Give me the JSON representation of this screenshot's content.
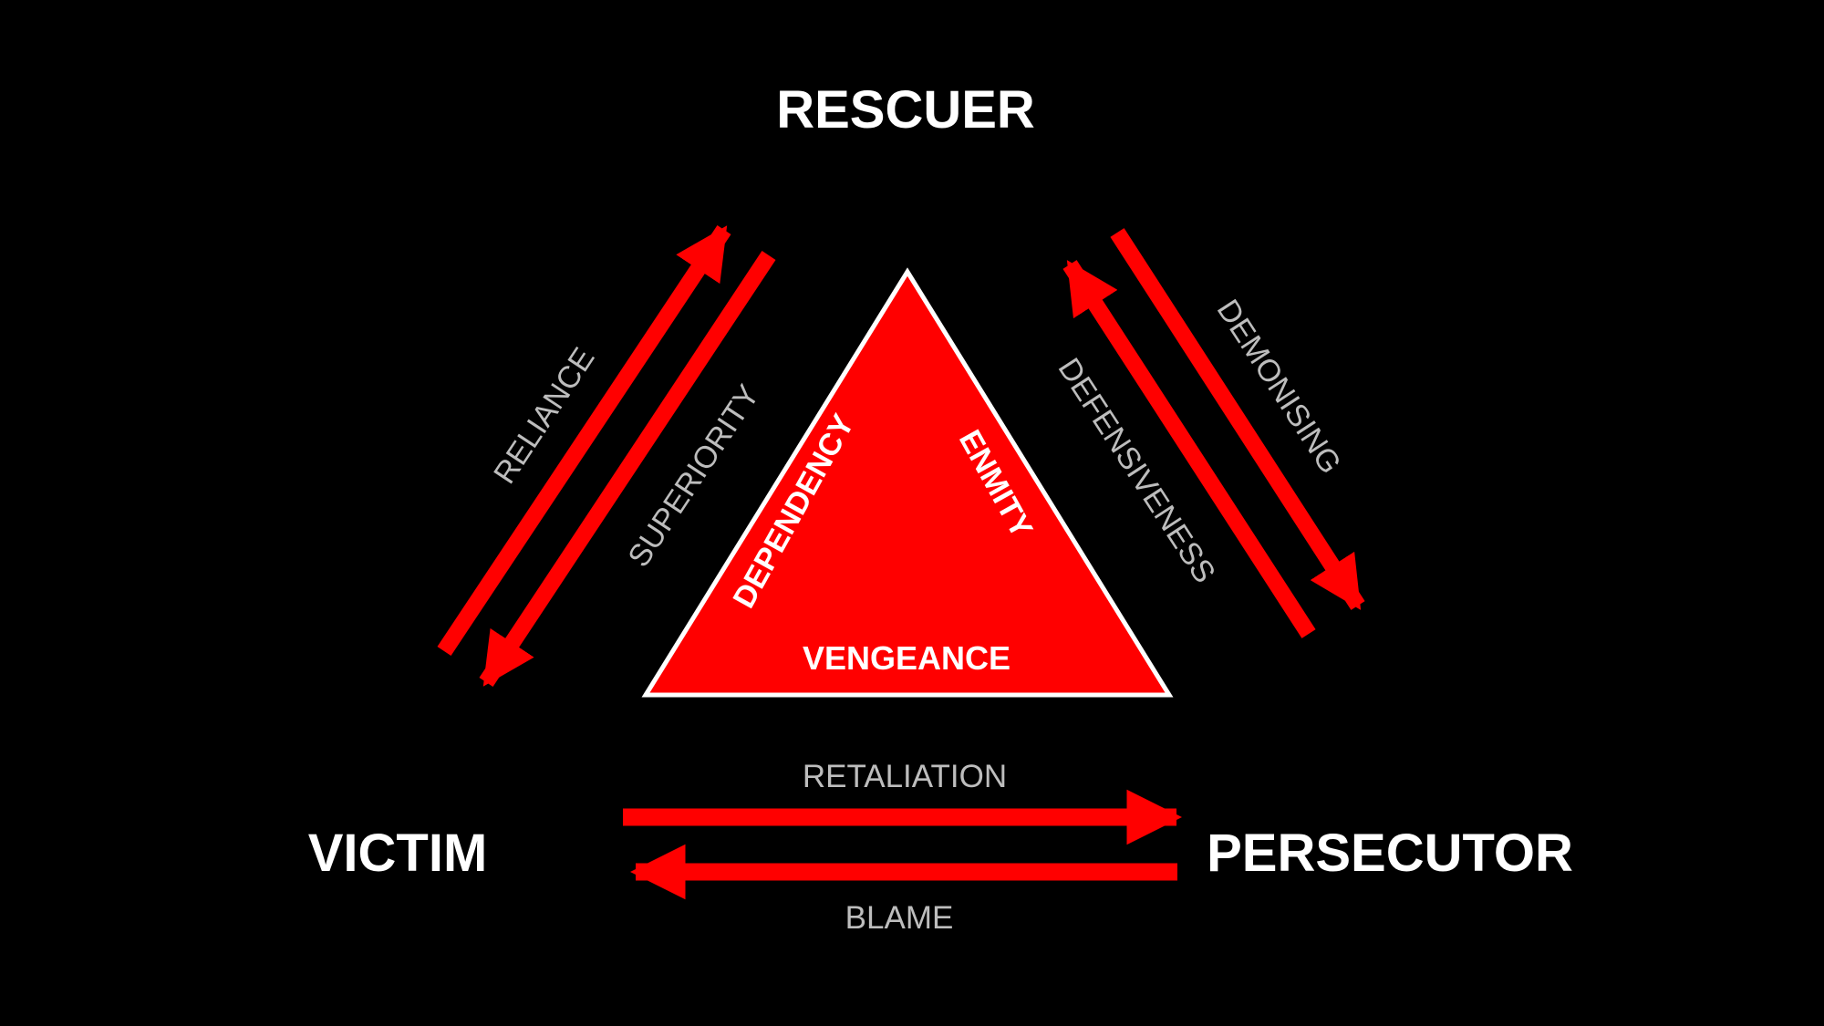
{
  "diagram": {
    "title": "Drama Triangle",
    "colors": {
      "background": "#000000",
      "accent": "#ff0000",
      "role_text": "#ffffff",
      "edge_text": "#bdbdbd",
      "triangle_fill": "#ff0000",
      "triangle_outline": "#ffffff"
    },
    "roles": {
      "top": "RESCUER",
      "left": "VICTIM",
      "right": "PERSECUTOR"
    },
    "edges": {
      "victim_to_rescuer": "RELIANCE",
      "rescuer_to_victim": "SUPERIORITY",
      "persecutor_to_rescuer": "DEFENSIVENESS",
      "rescuer_to_persecutor": "DEMONISING",
      "victim_to_persecutor": "RETALIATION",
      "persecutor_to_victim": "BLAME"
    },
    "inner_triangle": {
      "left_side": "DEPENDENCY",
      "right_side": "ENMITY",
      "base": "VENGEANCE"
    }
  }
}
